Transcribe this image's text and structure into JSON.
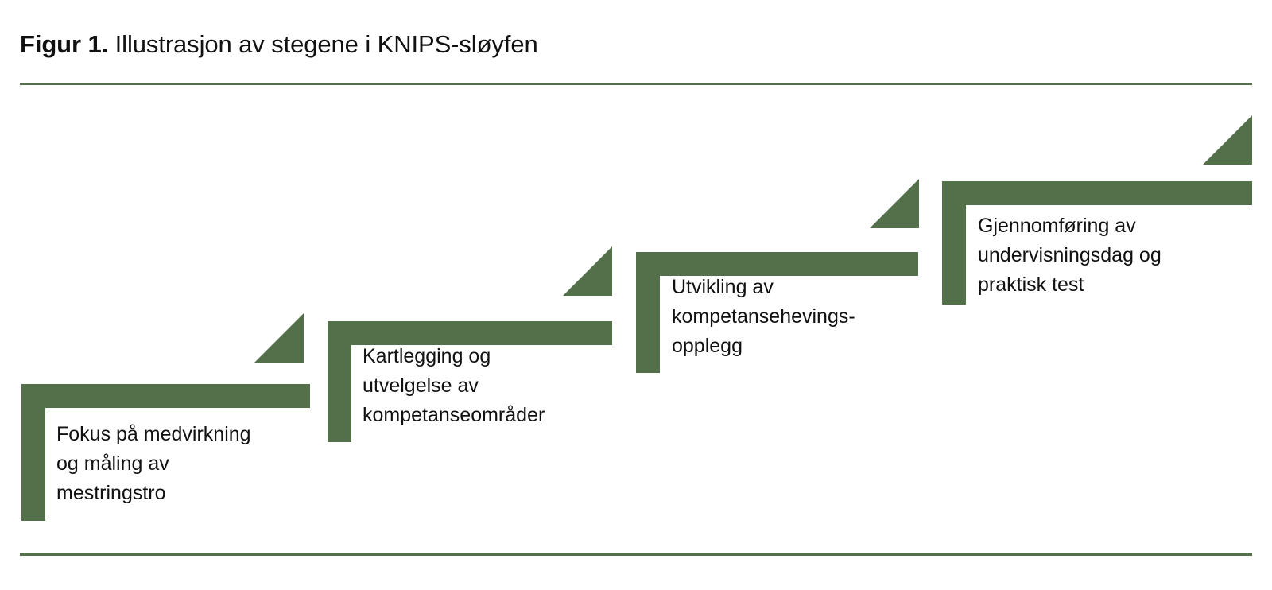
{
  "figure": {
    "label": "Figur 1.",
    "title": "Illustrasjon av stegene i KNIPS-sløyfen",
    "accent_color": "#53704a",
    "text_color": "#111111",
    "background_color": "#ffffff"
  },
  "diagram_data": {
    "type": "staircase",
    "direction": "ascending-left-to-right",
    "step_count": 4,
    "connector_count": 4,
    "steps": [
      {
        "index": 1,
        "caption": "Fokus på medvirkning\nog måling av\nmestringstro",
        "lines": [
          "Fokus på medvirkning",
          "og måling av",
          "mestringstro"
        ]
      },
      {
        "index": 2,
        "caption": "Kartlegging og\nutvelgelse av\nkompetanseområder",
        "lines": [
          "Kartlegging og",
          "utvelgelse av",
          "kompetanseområder"
        ]
      },
      {
        "index": 3,
        "caption": "Utvikling av\nkompetansehevings-\nopplegg",
        "lines": [
          "Utvikling av",
          "kompetansehevings-",
          "opplegg"
        ]
      },
      {
        "index": 4,
        "caption": "Gjennomføring av\nundervisningsdag og\npraktisk test",
        "lines": [
          "Gjennomføring av",
          "undervisningsdag og",
          "praktisk test"
        ]
      }
    ]
  }
}
